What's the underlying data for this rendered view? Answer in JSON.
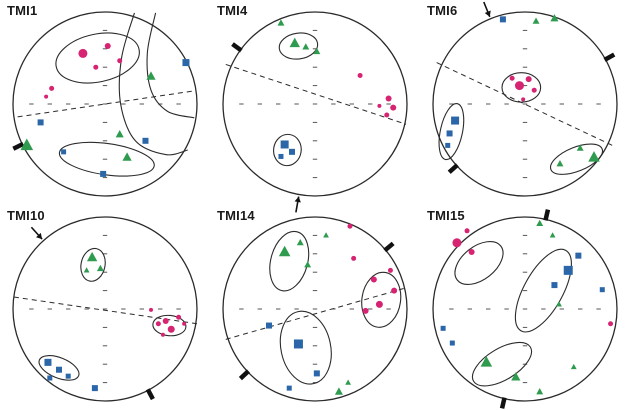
{
  "figure": {
    "panels_per_row": 3,
    "background": "#ffffff"
  },
  "colors": {
    "pink": "#d62472",
    "green": "#2e9b4e",
    "blue": "#2b66a8",
    "outline": "#2b2b2b",
    "tick": "#555555",
    "mark": "#111111"
  },
  "chart_data": [
    {
      "type": "scatter",
      "projection": "equal-area-stereonet",
      "title": "TMI1",
      "points_format": "[x, y, marker_size_px] in unit-circle coords, x right, y down",
      "series": [
        {
          "name": "pink-circles",
          "marker": "circle",
          "color_key": "pink",
          "points": [
            [
              -0.24,
              -0.55,
              4.5
            ],
            [
              0.03,
              -0.63,
              3
            ],
            [
              0.16,
              -0.47,
              2.5
            ],
            [
              -0.1,
              -0.4,
              2.5
            ],
            [
              -0.58,
              -0.17,
              2.5
            ],
            [
              -0.64,
              -0.08,
              2
            ]
          ]
        },
        {
          "name": "green-triangles",
          "marker": "triangle",
          "color_key": "green",
          "points": [
            [
              0.5,
              -0.3,
              4
            ],
            [
              0.24,
              0.58,
              4
            ],
            [
              -0.85,
              0.45,
              5.5
            ],
            [
              0.16,
              0.33,
              3.5
            ]
          ]
        },
        {
          "name": "blue-squares",
          "marker": "square",
          "color_key": "blue",
          "points": [
            [
              0.88,
              -0.45,
              3.5
            ],
            [
              -0.7,
              0.2,
              3
            ],
            [
              -0.02,
              0.76,
              3
            ],
            [
              0.44,
              0.4,
              3
            ],
            [
              -0.45,
              0.52,
              2.5
            ]
          ]
        }
      ],
      "dashed_line": [
        [
          -0.95,
          0.14
        ],
        [
          0.95,
          -0.14
        ]
      ],
      "ellipses": [
        [
          -0.08,
          -0.5,
          0.46,
          0.26,
          -12
        ],
        [
          0.02,
          0.6,
          0.52,
          0.17,
          8
        ]
      ],
      "curves": [
        [
          [
            0.32,
            -0.99
          ],
          [
            0.18,
            -0.5
          ],
          [
            0.17,
            0.0
          ],
          [
            0.33,
            0.4
          ],
          [
            0.66,
            0.55
          ],
          [
            0.9,
            0.5
          ]
        ],
        [
          [
            0.55,
            -0.99
          ],
          [
            0.46,
            -0.55
          ],
          [
            0.5,
            -0.15
          ],
          [
            0.68,
            0.08
          ],
          [
            0.97,
            0.15
          ]
        ]
      ],
      "rim_ticks": [
        154
      ],
      "arrows": []
    },
    {
      "type": "scatter",
      "projection": "equal-area-stereonet",
      "title": "TMI4",
      "points_format": "[x, y, marker_size_px] in unit-circle coords, x right, y down",
      "series": [
        {
          "name": "pink-circles",
          "marker": "circle",
          "color_key": "pink",
          "points": [
            [
              0.8,
              -0.06,
              3
            ],
            [
              0.85,
              0.04,
              3
            ],
            [
              0.78,
              0.12,
              2.5
            ],
            [
              0.7,
              0.02,
              2
            ],
            [
              0.49,
              -0.31,
              2.5
            ]
          ]
        },
        {
          "name": "green-triangles",
          "marker": "triangle",
          "color_key": "green",
          "points": [
            [
              -0.37,
              -0.88,
              3
            ],
            [
              -0.22,
              -0.66,
              4.5
            ],
            [
              -0.1,
              -0.62,
              3
            ],
            [
              0.02,
              -0.57,
              3
            ]
          ]
        },
        {
          "name": "blue-squares",
          "marker": "square",
          "color_key": "blue",
          "points": [
            [
              -0.33,
              0.44,
              4
            ],
            [
              -0.25,
              0.52,
              3
            ],
            [
              -0.37,
              0.57,
              2.5
            ]
          ]
        }
      ],
      "dashed_line": [
        [
          -0.97,
          -0.43
        ],
        [
          0.99,
          0.22
        ]
      ],
      "ellipses": [
        [
          -0.18,
          -0.63,
          0.21,
          0.14,
          -8
        ],
        [
          -0.3,
          0.5,
          0.15,
          0.17,
          8
        ]
      ],
      "curves": [],
      "rim_ticks": [
        216
      ],
      "arrows": [
        {
          "angle": 100
        }
      ]
    },
    {
      "type": "scatter",
      "projection": "equal-area-stereonet",
      "title": "TMI6",
      "points_format": "[x, y, marker_size_px] in unit-circle coords, x right, y down",
      "series": [
        {
          "name": "pink-circles",
          "marker": "circle",
          "color_key": "pink",
          "points": [
            [
              -0.06,
              -0.2,
              4.5
            ],
            [
              0.04,
              -0.27,
              3
            ],
            [
              0.1,
              -0.15,
              2.5
            ],
            [
              -0.14,
              -0.28,
              2.5
            ],
            [
              -0.02,
              -0.05,
              2
            ]
          ]
        },
        {
          "name": "green-triangles",
          "marker": "triangle",
          "color_key": "green",
          "points": [
            [
              0.32,
              -0.93,
              3.5
            ],
            [
              0.12,
              -0.9,
              3
            ],
            [
              0.6,
              0.48,
              3
            ],
            [
              0.75,
              0.58,
              5
            ],
            [
              0.38,
              0.65,
              3
            ]
          ]
        },
        {
          "name": "blue-squares",
          "marker": "square",
          "color_key": "blue",
          "points": [
            [
              -0.76,
              0.18,
              4
            ],
            [
              -0.82,
              0.32,
              3
            ],
            [
              -0.84,
              0.45,
              2.5
            ],
            [
              -0.24,
              -0.92,
              3
            ]
          ]
        }
      ],
      "dashed_line": [
        [
          -0.96,
          -0.45
        ],
        [
          0.95,
          0.45
        ]
      ],
      "ellipses": [
        [
          -0.04,
          -0.18,
          0.21,
          0.16,
          0
        ],
        [
          -0.8,
          0.3,
          0.12,
          0.31,
          12
        ],
        [
          0.56,
          0.6,
          0.3,
          0.13,
          -22
        ]
      ],
      "curves": [],
      "rim_ticks": [
        331,
        138
      ],
      "arrows": [
        {
          "angle": 248
        }
      ]
    },
    {
      "type": "scatter",
      "projection": "equal-area-stereonet",
      "title": "TMI10",
      "points_format": "[x, y, marker_size_px] in unit-circle coords, x right, y down",
      "series": [
        {
          "name": "pink-circles",
          "marker": "circle",
          "color_key": "pink",
          "points": [
            [
              0.58,
              0.16,
              2.5
            ],
            [
              0.66,
              0.13,
              3
            ],
            [
              0.72,
              0.22,
              3.5
            ],
            [
              0.8,
              0.09,
              2.5
            ],
            [
              0.86,
              0.16,
              2
            ],
            [
              0.5,
              0.01,
              2
            ],
            [
              0.63,
              0.28,
              2
            ]
          ]
        },
        {
          "name": "green-triangles",
          "marker": "triangle",
          "color_key": "green",
          "points": [
            [
              -0.14,
              -0.56,
              4.5
            ],
            [
              -0.05,
              -0.44,
              3
            ],
            [
              -0.2,
              -0.42,
              2.5
            ]
          ]
        },
        {
          "name": "blue-squares",
          "marker": "square",
          "color_key": "blue",
          "points": [
            [
              -0.62,
              0.58,
              3.5
            ],
            [
              -0.5,
              0.66,
              3
            ],
            [
              -0.4,
              0.73,
              2.5
            ],
            [
              -0.6,
              0.75,
              2.5
            ],
            [
              -0.11,
              0.86,
              3
            ]
          ]
        }
      ],
      "dashed_line": [
        [
          -0.99,
          -0.13
        ],
        [
          1.0,
          0.16
        ]
      ],
      "ellipses": [
        [
          -0.13,
          -0.48,
          0.13,
          0.18,
          12
        ],
        [
          -0.5,
          0.64,
          0.23,
          0.11,
          22
        ],
        [
          0.7,
          0.18,
          0.18,
          0.11,
          5
        ]
      ],
      "curves": [],
      "rim_ticks": [
        62
      ],
      "arrows": [
        {
          "angle": 228
        }
      ]
    },
    {
      "type": "scatter",
      "projection": "equal-area-stereonet",
      "title": "TMI14",
      "points_format": "[x, y, marker_size_px] in unit-circle coords, x right, y down",
      "series": [
        {
          "name": "pink-circles",
          "marker": "circle",
          "color_key": "pink",
          "points": [
            [
              0.64,
              -0.32,
              3
            ],
            [
              0.82,
              -0.42,
              2.5
            ],
            [
              0.86,
              -0.2,
              3
            ],
            [
              0.7,
              -0.05,
              3.5
            ],
            [
              0.55,
              0.02,
              3
            ],
            [
              0.42,
              -0.55,
              2.5
            ],
            [
              0.38,
              -0.9,
              2.5
            ]
          ]
        },
        {
          "name": "green-triangles",
          "marker": "triangle",
          "color_key": "green",
          "points": [
            [
              -0.33,
              -0.62,
              5
            ],
            [
              -0.16,
              -0.72,
              3
            ],
            [
              -0.08,
              -0.48,
              3
            ],
            [
              0.12,
              -0.8,
              2.5
            ],
            [
              0.26,
              0.9,
              3.5
            ],
            [
              0.36,
              0.8,
              2.5
            ]
          ]
        },
        {
          "name": "blue-squares",
          "marker": "square",
          "color_key": "blue",
          "points": [
            [
              -0.5,
              0.18,
              3
            ],
            [
              -0.18,
              0.38,
              4.5
            ],
            [
              0.02,
              0.7,
              3
            ],
            [
              -0.28,
              0.86,
              2.5
            ]
          ]
        }
      ],
      "dashed_line": [
        [
          -0.97,
          0.33
        ],
        [
          0.99,
          -0.23
        ]
      ],
      "ellipses": [
        [
          -0.28,
          -0.52,
          0.2,
          0.33,
          15
        ],
        [
          -0.1,
          0.42,
          0.27,
          0.4,
          -12
        ],
        [
          0.72,
          -0.1,
          0.21,
          0.3,
          8
        ]
      ],
      "curves": [],
      "rim_ticks": [
        320,
        137
      ],
      "arrows": []
    },
    {
      "type": "scatter",
      "projection": "equal-area-stereonet",
      "title": "TMI15",
      "points_format": "[x, y, marker_size_px] in unit-circle coords, x right, y down",
      "series": [
        {
          "name": "pink-circles",
          "marker": "circle",
          "color_key": "pink",
          "points": [
            [
              -0.74,
              -0.72,
              4.5
            ],
            [
              -0.58,
              -0.62,
              3
            ],
            [
              -0.63,
              -0.85,
              2.5
            ],
            [
              0.93,
              0.16,
              2.5
            ]
          ]
        },
        {
          "name": "green-triangles",
          "marker": "triangle",
          "color_key": "green",
          "points": [
            [
              0.16,
              -0.93,
              3
            ],
            [
              0.3,
              -0.8,
              2.5
            ],
            [
              -0.42,
              0.58,
              5
            ],
            [
              -0.1,
              0.74,
              4
            ],
            [
              0.16,
              0.9,
              3
            ],
            [
              0.53,
              0.63,
              2.5
            ],
            [
              0.37,
              -0.05,
              2.5
            ]
          ]
        },
        {
          "name": "blue-squares",
          "marker": "square",
          "color_key": "blue",
          "points": [
            [
              0.47,
              -0.42,
              4.5
            ],
            [
              0.58,
              -0.58,
              3
            ],
            [
              0.32,
              -0.26,
              3
            ],
            [
              -0.89,
              0.21,
              2.5
            ],
            [
              -0.79,
              0.37,
              2.5
            ],
            [
              0.84,
              -0.21,
              2.5
            ]
          ]
        }
      ],
      "dashed_line": null,
      "ellipses": [
        [
          -0.5,
          -0.5,
          0.3,
          0.18,
          -38
        ],
        [
          0.2,
          -0.2,
          0.5,
          0.21,
          119
        ],
        [
          -0.25,
          0.6,
          0.36,
          0.17,
          -31
        ]
      ],
      "curves": [],
      "rim_ticks": [
        283,
        103
      ],
      "arrows": []
    }
  ]
}
